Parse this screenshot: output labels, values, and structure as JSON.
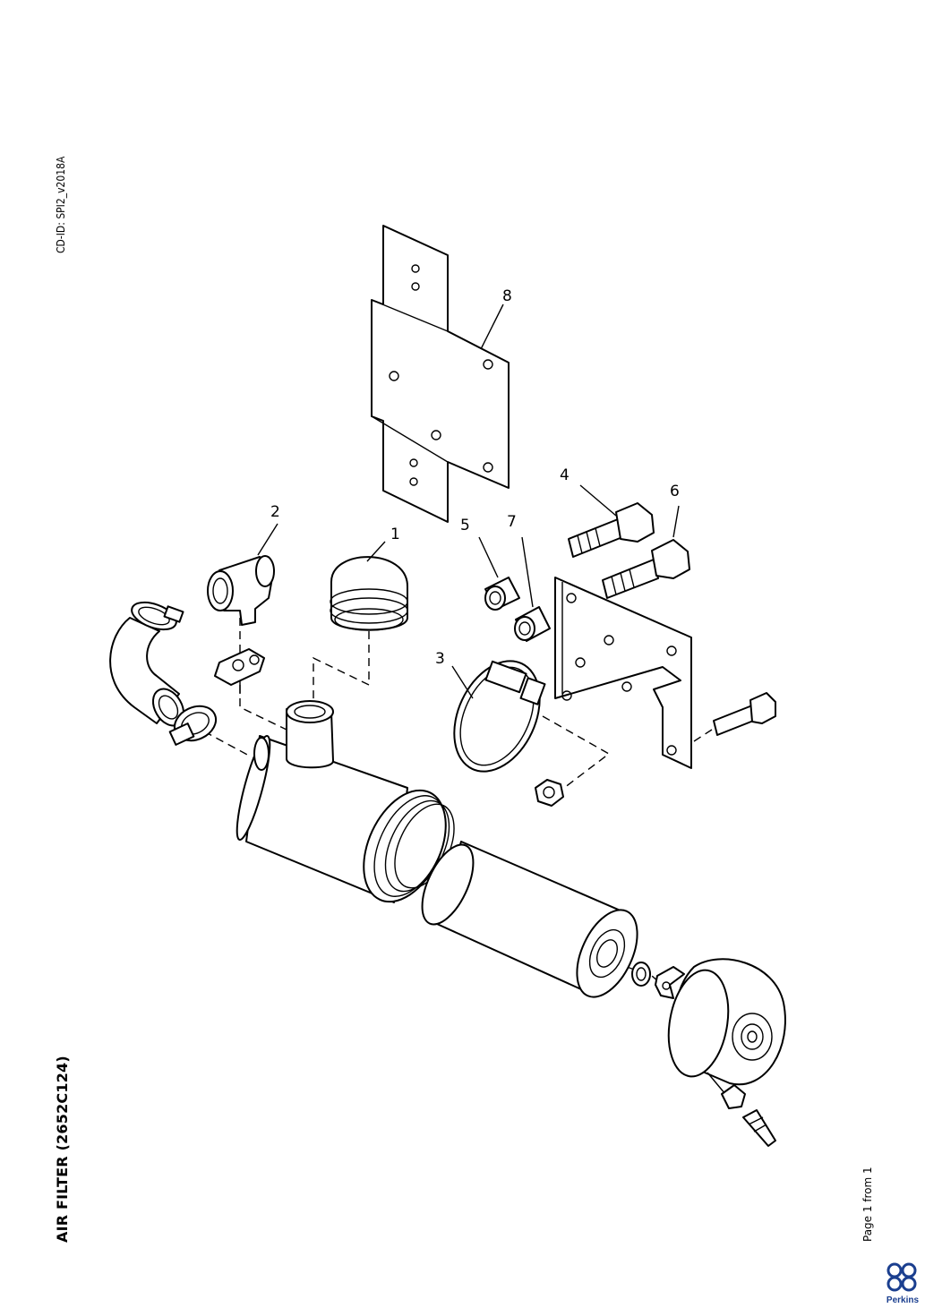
{
  "document": {
    "cd_id": "CD-ID: SPI2_v2018A",
    "title": "AIR FILTER (2652C124)",
    "page_info": "Page 1 from 1",
    "brand": "Perkins"
  },
  "callouts": [
    "1",
    "2",
    "3",
    "4",
    "5",
    "6",
    "7",
    "8"
  ],
  "icons": [
    "perkins-logo"
  ]
}
